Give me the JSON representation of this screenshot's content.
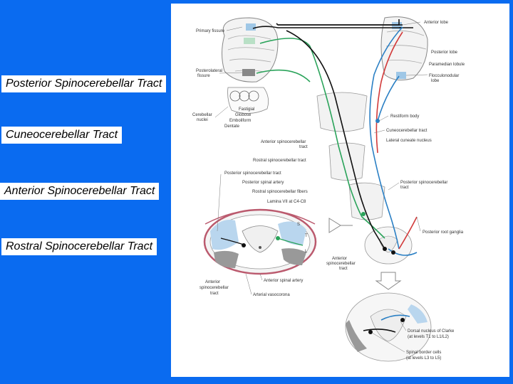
{
  "slide": {
    "background_color": "#0a6bf0",
    "labels": [
      {
        "id": "posterior",
        "text": "Posterior Spinocerebellar Tract"
      },
      {
        "id": "cuneo",
        "text": "Cuneocerebellar Tract"
      },
      {
        "id": "anterior",
        "text": "Anterior Spinocerebellar Tract"
      },
      {
        "id": "rostral",
        "text": "Rostral Spinocerebellar Tract"
      }
    ]
  },
  "diagram": {
    "annotations": {
      "primary_fissure": "Primary fissure",
      "posterolateral_fissure_1": "Posterolateral",
      "posterolateral_fissure_2": "fissure",
      "cerebellar_nuclei_1": "Cerebellar",
      "cerebellar_nuclei_2": "nuclei",
      "fastigial": "Fastigial",
      "globose": "Globose",
      "emboliform": "Emboliform",
      "dentate": "Dentate",
      "anterior_lobe": "Anterior lobe",
      "posterior_lobe": "Posterior lobe",
      "paramedian_lobule": "Paramedian lobule",
      "flocculonodular_1": "Flocculonodular",
      "flocculonodular_2": "lobe",
      "restiform_body": "Restiform body",
      "cuneocerebellar_tract": "Cuneocerebellar tract",
      "lateral_cuneate_nucleus": "Lateral cuneate nucleus",
      "ant_spinocerebellar_tract_1": "Anterior spinocerebellar",
      "ant_spinocerebellar_tract_2": "tract",
      "rostral_spinocerebellar_tract": "Rostral spinocerebellar tract",
      "posterior_spinocerebellar_tract": "Posterior spinocerebellar tract",
      "posterior_spinal_artery": "Posterior spinal artery",
      "rostral_spinocerebellar_fibers": "Rostral spinocerebellar fibers",
      "lamina_vii": "Lamina VII at C4-C8",
      "post_spinocerebellar_right_1": "Posterior spinocerebellar",
      "post_spinocerebellar_right_2": "tract",
      "posterior_root_ganglia": "Posterior root ganglia",
      "anterior_spinocerebellar_mid_1": "Anterior",
      "anterior_spinocerebellar_mid_2": "spinocerebellar",
      "anterior_spinocerebellar_mid_3": "tract",
      "anterior_spinal_artery": "Anterior spinal artery",
      "arterial_vasocorona": "Arterial vasocorona",
      "anterior_spinocerebellar_left_1": "Anterior",
      "anterior_spinocerebellar_left_2": "spinocerebellar",
      "anterior_spinocerebellar_left_3": "tract",
      "dorsal_nucleus_1": "Dorsal nucleus of Clarke",
      "dorsal_nucleus_2": "(at levels T1 to L1/L2)",
      "spinal_border_1": "Spinal border cells",
      "spinal_border_2": "(at levels L3 to L5)",
      "tract_letter_s": "S",
      "tract_letter_t": "T",
      "tract_letter_l": "L"
    },
    "colors": {
      "green": "#2aa35a",
      "blue": "#2a7fc4",
      "red": "#d23a3a",
      "black": "#111111",
      "pink": "#e8b4c0",
      "lightblue": "#a8cbe8",
      "gray": "#9a9a9a"
    }
  }
}
